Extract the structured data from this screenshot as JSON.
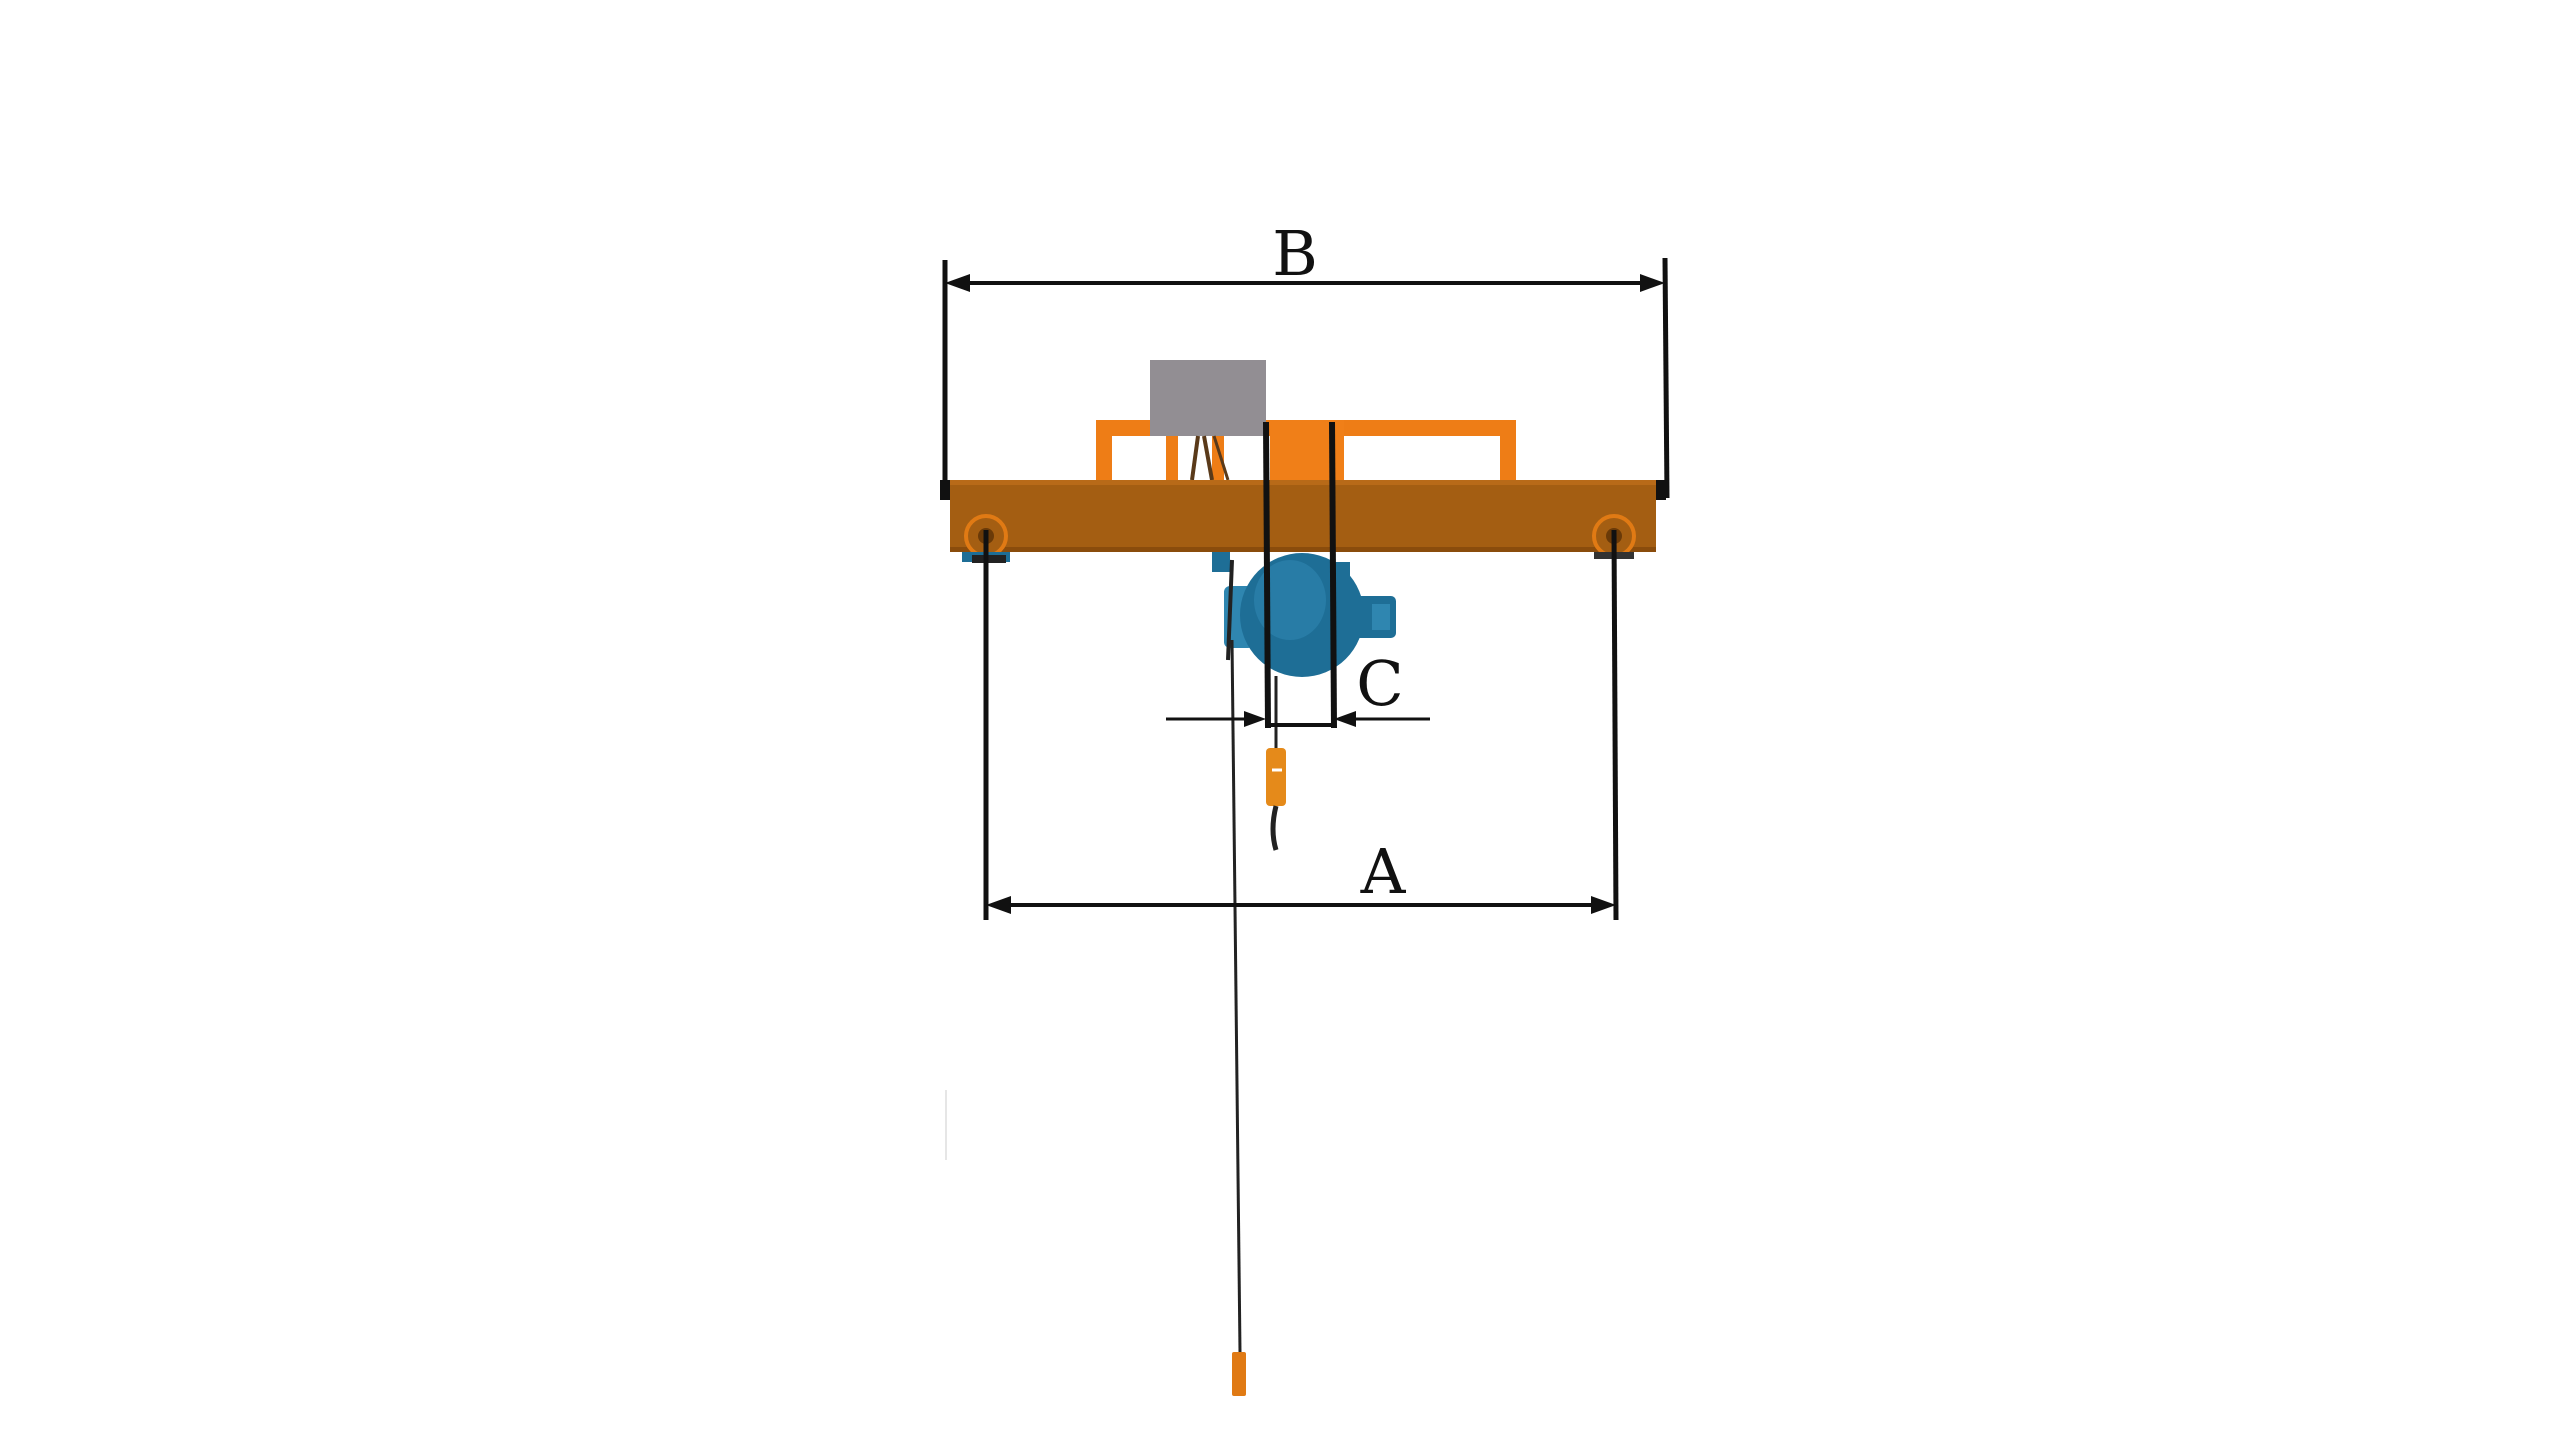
{
  "diagram": {
    "dimension_labels": {
      "a": "A",
      "b": "B",
      "c": "C"
    }
  },
  "colors": {
    "background": "#ffffff",
    "girder": "#a45e12",
    "girder_edge": "#8a4c0c",
    "end_frame": "#ee7d16",
    "control_box": "#928e93",
    "hoist_drum": "#1e6e96",
    "hoist_drum_light": "#2f86b0",
    "hook": "#e58a1a",
    "line": "#111111"
  }
}
